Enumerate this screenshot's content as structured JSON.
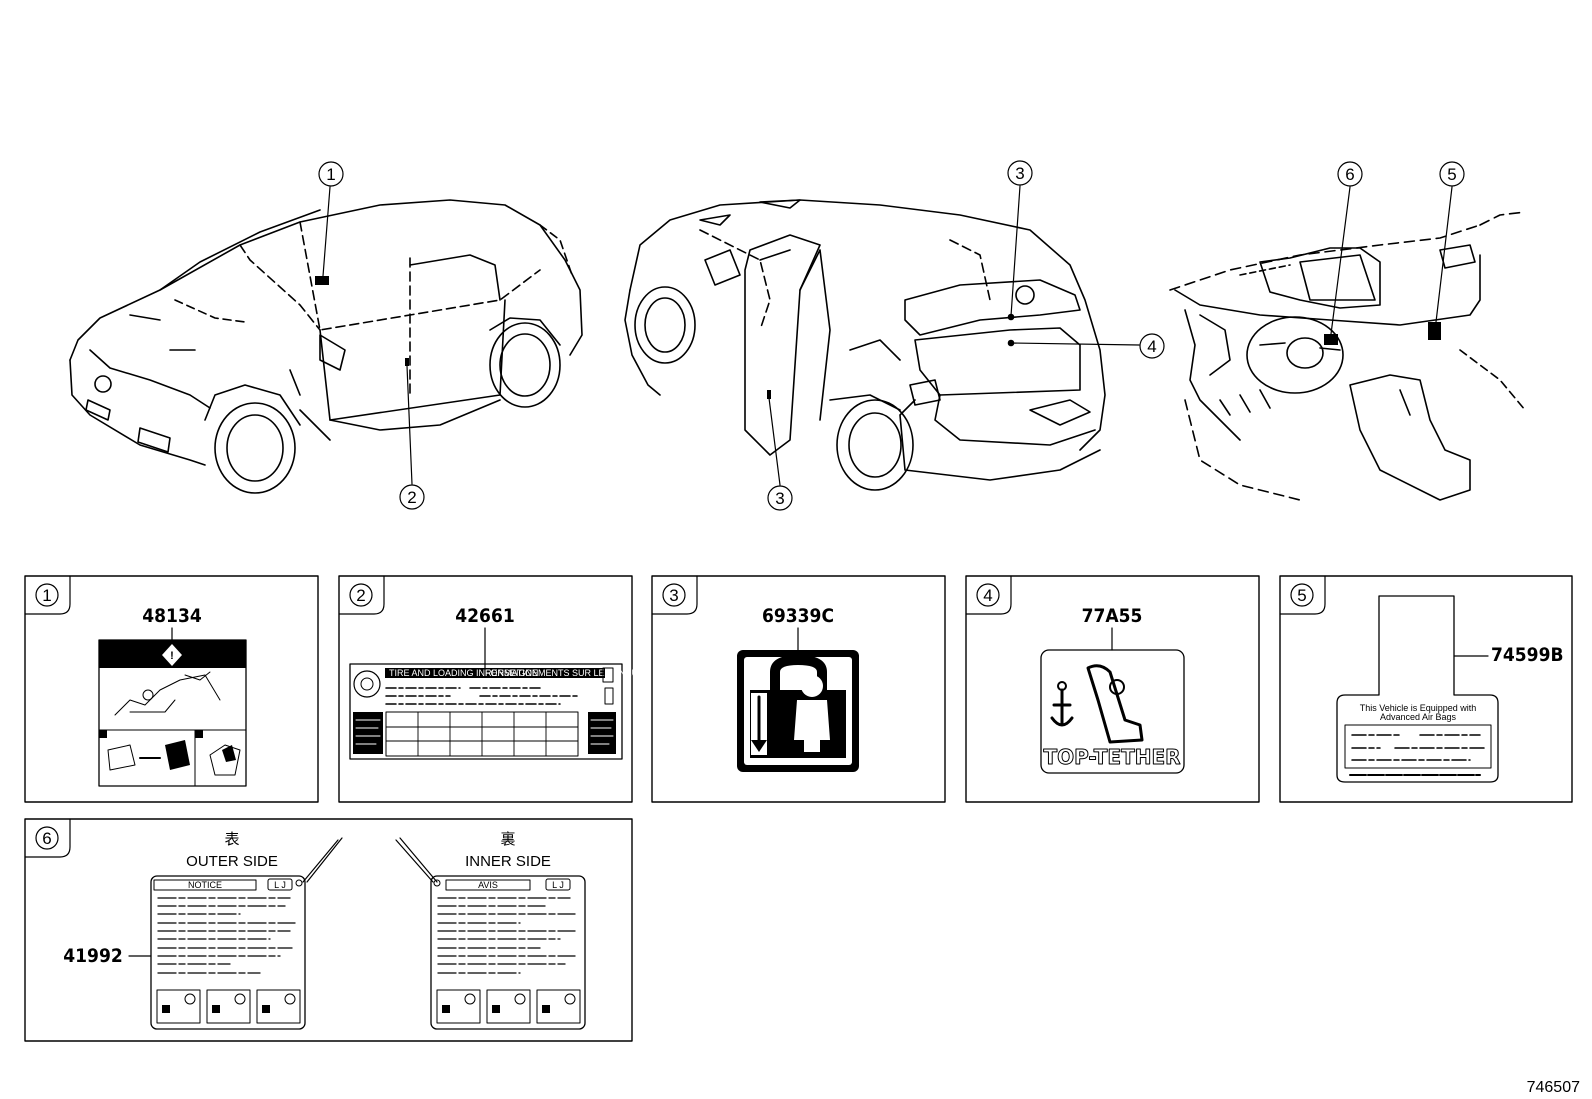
{
  "diagram_id": "746507",
  "callouts": {
    "c1": "1",
    "c2": "2",
    "c3a": "3",
    "c3b": "3",
    "c4": "4",
    "c5": "5",
    "c6": "6"
  },
  "panels": {
    "p1": {
      "index": "1",
      "part_number": "48134"
    },
    "p2": {
      "index": "2",
      "part_number": "42661",
      "label_header": "TIRE AND LOADING INFORMATION",
      "label_header2": "RENSEIGNEMENTS SUR LES PNEUS ET LE CHARGEMENT"
    },
    "p3": {
      "index": "3",
      "part_number": "69339C"
    },
    "p4": {
      "index": "4",
      "part_number": "77A55",
      "caption": "TOP-TETHER"
    },
    "p5": {
      "index": "5",
      "part_number": "74599B",
      "label_line1": "This Vehicle is Equipped with",
      "label_line2": "Advanced  Air  Bags"
    },
    "p6": {
      "index": "6",
      "part_number": "41992",
      "outer": {
        "kanji": "表",
        "title": "OUTER SIDE",
        "tab": "NOTICE",
        "badge": "L J"
      },
      "inner": {
        "kanji": "裏",
        "title": "INNER SIDE",
        "tab": "AVIS",
        "badge": "L J"
      }
    }
  }
}
